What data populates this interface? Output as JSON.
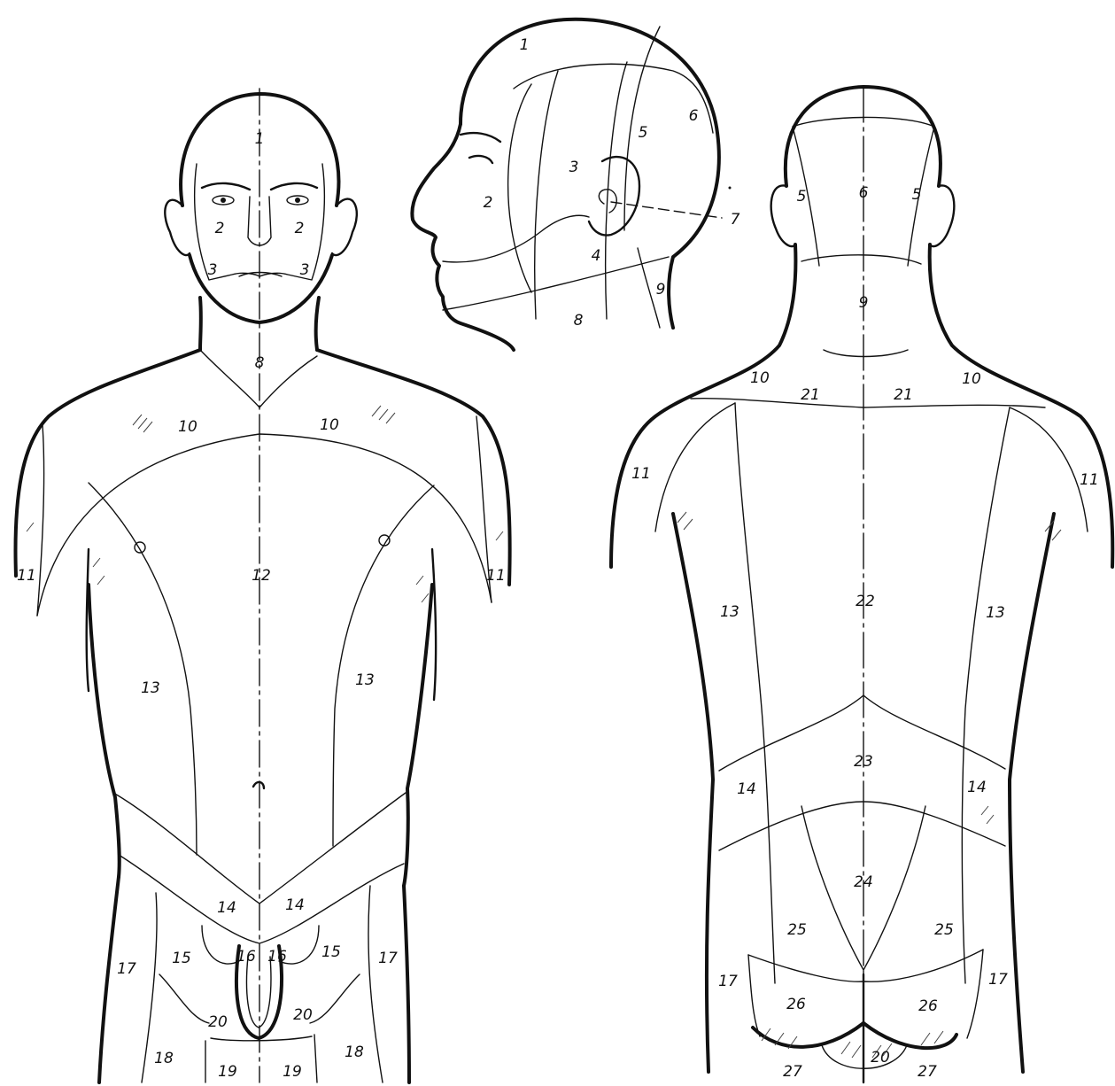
{
  "figures": {
    "front_view": {
      "labels": {
        "r1": "1",
        "r2a": "2",
        "r2b": "2",
        "r3a": "3",
        "r3b": "3",
        "r8": "8",
        "r10a": "10",
        "r10b": "10",
        "r11a": "11",
        "r11b": "11",
        "r12": "12",
        "r13a": "13",
        "r13b": "13",
        "r14a": "14",
        "r14b": "14",
        "r15a": "15",
        "r15b": "15",
        "r16a": "16",
        "r16b": "16",
        "r17a": "17",
        "r17b": "17",
        "r18a": "18",
        "r18b": "18",
        "r19a": "19",
        "r19b": "19",
        "r20a": "20",
        "r20b": "20"
      }
    },
    "side_view": {
      "labels": {
        "r1": "1",
        "r2": "2",
        "r3": "3",
        "r4": "4",
        "r5": "5",
        "r6": "6",
        "r7": "7",
        "r8": "8",
        "r9": "9"
      }
    },
    "back_view": {
      "labels": {
        "r5a": "5",
        "r5b": "5",
        "r6": "6",
        "r9": "9",
        "r10a": "10",
        "r10b": "10",
        "r11a": "11",
        "r11b": "11",
        "r13a": "13",
        "r13b": "13",
        "r14a": "14",
        "r14b": "14",
        "r17a": "17",
        "r17b": "17",
        "r20": "20",
        "r21a": "21",
        "r21b": "21",
        "r22": "22",
        "r23": "23",
        "r24": "24",
        "r25a": "25",
        "r25b": "25",
        "r26a": "26",
        "r26b": "26",
        "r27a": "27",
        "r27b": "27"
      }
    }
  }
}
